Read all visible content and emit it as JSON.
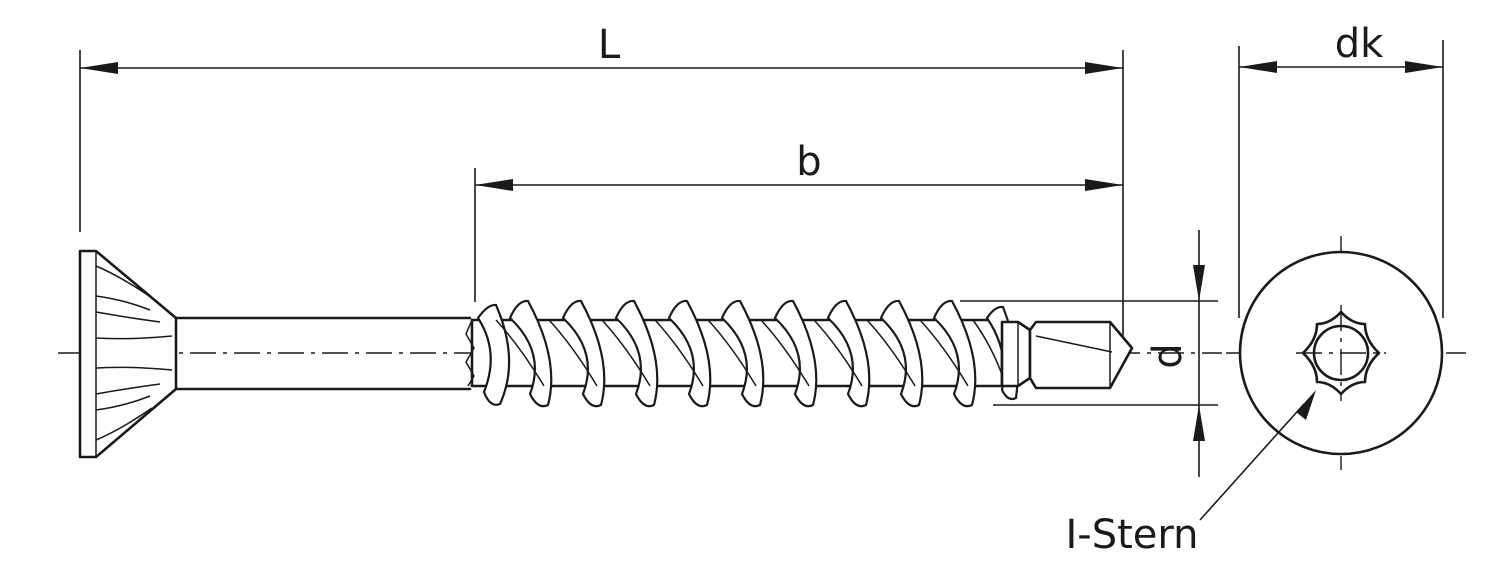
{
  "labels": {
    "length": "L",
    "thread_length": "b",
    "head_diameter": "dk",
    "diameter": "d",
    "drive": "I-Stern"
  }
}
